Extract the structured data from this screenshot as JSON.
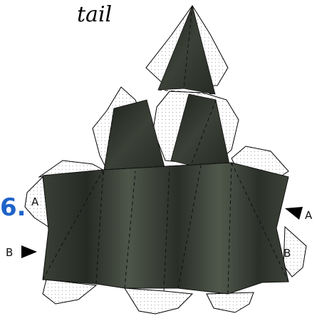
{
  "title": "tail",
  "step_marker": "6.",
  "labels": {
    "a_left": "A",
    "a_right": "A",
    "b_left": "B",
    "b_right": "B"
  },
  "colors": {
    "body_dark": "#262a24",
    "body_mid": "#4b5247",
    "step_blue": "#1f63c9"
  }
}
